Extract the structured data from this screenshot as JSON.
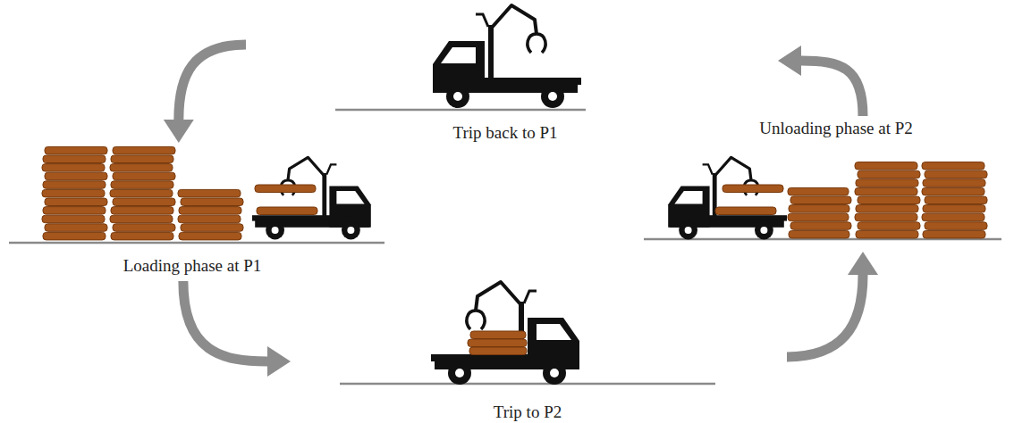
{
  "diagram": {
    "nodes": [
      {
        "text": [
          "Trip back to P1"
        ]
      },
      {
        "text": [
          "Unloading phase at P2"
        ]
      },
      {
        "text": [
          "Loading phase at P1"
        ]
      },
      {
        "text": [
          "Trip to P2"
        ]
      }
    ],
    "edges": [
      {
        "from": 2,
        "to": 3,
        "arrow": "to"
      },
      {
        "from": 3,
        "to": 1,
        "arrow": "to"
      },
      {
        "from": 1,
        "to": 0,
        "arrow": "to"
      },
      {
        "from": 0,
        "to": 2,
        "arrow": "to"
      }
    ]
  }
}
